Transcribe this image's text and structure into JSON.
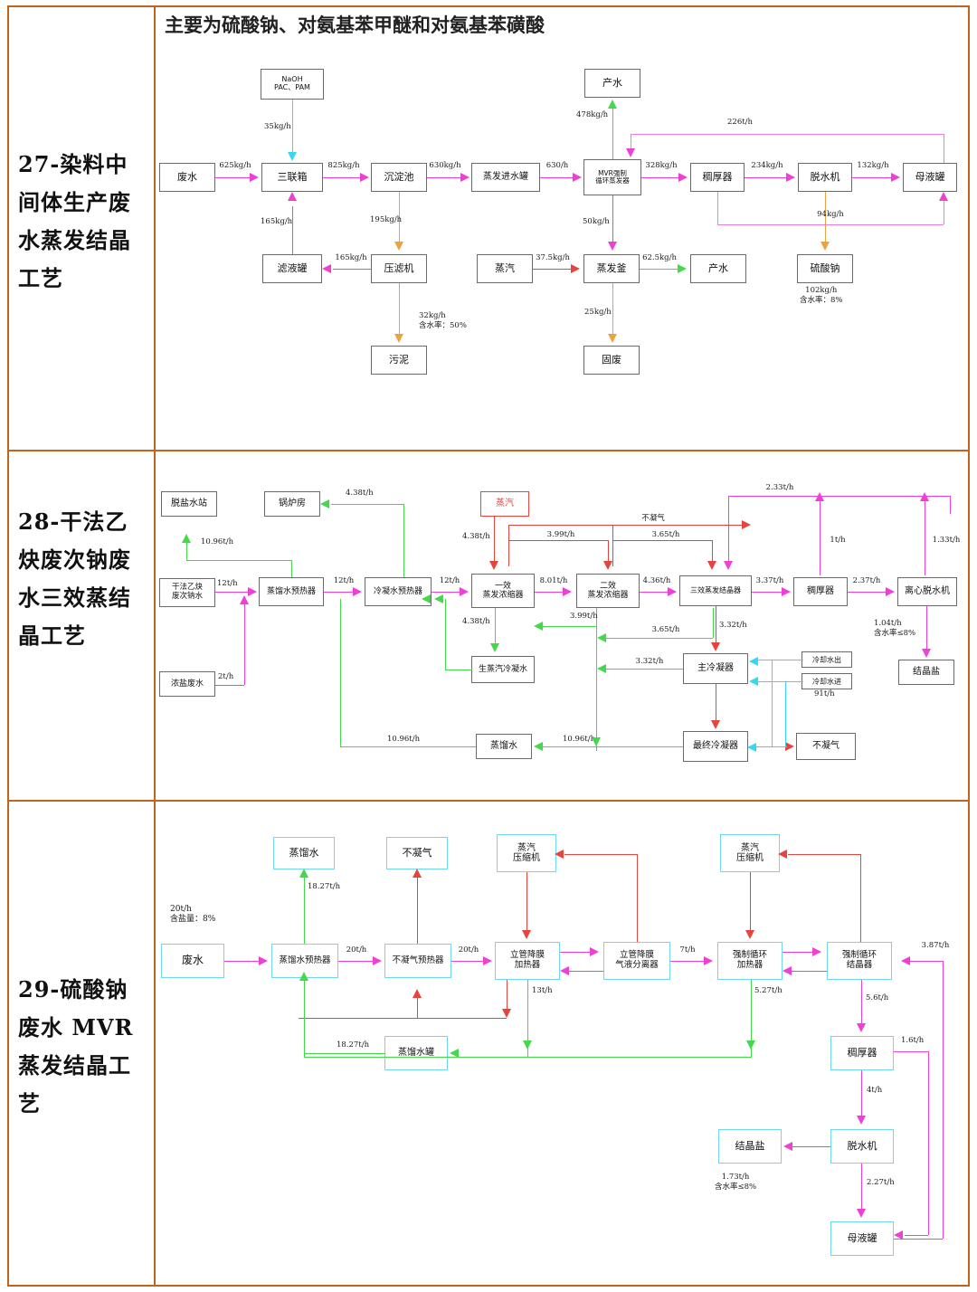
{
  "document": {
    "main_title": "主要为硫酸钠、对氨基苯甲醚和对氨基苯磺酸",
    "accent_color": "#c0651f"
  },
  "rows": [
    {
      "id": "row27",
      "label": "27-染料中间体生产废水蒸发结晶工艺"
    },
    {
      "id": "row28",
      "label": "28-干法乙炔废次钠废水三效蒸结晶工艺"
    },
    {
      "id": "row29",
      "label": "29-硫酸钠废水 MVR 蒸发结晶工艺"
    }
  ],
  "flow27": {
    "nodes": {
      "naoh": "NaOH\nPAC、PAM",
      "wastewater": "废水",
      "triple_tank": "三联箱",
      "sed_tank": "沉淀池",
      "evap_feed_tank": "蒸发进水罐",
      "mvr": "MVR强制\n循环蒸发器",
      "thickener": "稠厚器",
      "dehydrator": "脱水机",
      "mother_liquor": "母液罐",
      "product_water_top": "产水",
      "filtrate_tank": "滤液罐",
      "filter_press": "压滤机",
      "steam": "蒸汽",
      "evap_kettle": "蒸发釜",
      "product_water2": "产水",
      "sodium_sulfate": "硫酸钠",
      "sludge": "污泥",
      "solid_waste": "固废"
    },
    "labels": {
      "naoh_dose": "35kg/h",
      "ww_to_triple": "625kg/h",
      "triple_to_sed": "825kg/h",
      "sed_to_feed": "630kg/h",
      "feed_to_mvr": "630/h",
      "mvr_to_thick": "328kg/h",
      "thick_to_dehy": "234kg/h",
      "dehy_to_mother": "132kg/h",
      "mother_recycle": "226t/h",
      "product_water_top": "478kg/h",
      "triple_from_filtrate": "165kg/h",
      "sed_to_press": "195kg/h",
      "press_to_filtrate": "165kg/h",
      "press_to_sludge": "32kg/h\n含水率：50%",
      "mvr_to_kettle": "50kg/h",
      "steam_to_kettle": "37.5kg/h",
      "kettle_to_water": "62.5kg/h",
      "kettle_to_solid": "25kg/h",
      "dehy_to_na2so4": "94kg/h",
      "na2so4_out": "102kg/h\n含水率：8%"
    }
  },
  "flow28": {
    "nodes": {
      "desalt_station": "脱盐水站",
      "boiler_room": "锅炉房",
      "steam": "蒸汽",
      "acetylene_ww": "干法乙炔\n废次钠水",
      "brine_ww": "浓盐废水",
      "distill_preheat": "蒸馏水预热器",
      "condensate_preheat": "冷凝水预热器",
      "effect1": "一效\n蒸发浓缩器",
      "effect2": "二效\n蒸发浓缩器",
      "effect3": "三效蒸发结晶器",
      "thickener": "稠厚器",
      "centrifuge": "离心脱水机",
      "raw_steam_cond": "生蒸汽冷凝水",
      "main_condenser": "主冷凝器",
      "final_condenser": "最终冷凝器",
      "distilled_water": "蒸馏水",
      "noncondensable": "不凝气",
      "crystal_salt": "结晶盐",
      "cool_out": "冷却水出",
      "cool_in": "冷却水进"
    },
    "labels": {
      "desalt": "10.96t/h",
      "boiler": "4.38t/h",
      "acetylene_in": "12t/h",
      "brine_in": "2t/h",
      "preheat_to_cond": "12t/h",
      "cond_to_eff1": "12t/h",
      "steam_to_eff1": "4.38t/h",
      "eff1_to_eff2": "8.01t/h",
      "eff2_to_eff3": "4.36t/h",
      "eff3_to_thick": "3.37t/h",
      "thick_to_centri": "2.37t/h",
      "centri_recycle": "1.33t/h",
      "thick_recycle": "1t/h",
      "top_recycle": "2.33t/h",
      "eff1_cond": "4.38t/h",
      "eff2_vapor": "3.99t/h",
      "eff2_cond": "3.99t/h",
      "eff3_vapor": "3.65t/h",
      "eff3_cond": "3.65t/h",
      "eff3_to_maincond": "3.32t/h",
      "maincond_cond": "3.32t/h",
      "distill_out": "10.96t/h",
      "distill_in": "10.96t/h",
      "crystal_out": "1.04t/h\n含水率≤8%",
      "cool_flow": "91t/h",
      "noncond_label": "不凝气"
    }
  },
  "flow29": {
    "nodes": {
      "distilled_water": "蒸馏水",
      "noncondensable": "不凝气",
      "compressor1": "蒸汽\n压缩机",
      "compressor2": "蒸汽\n压缩机",
      "wastewater": "废水",
      "distill_preheat": "蒸馏水预热器",
      "noncond_preheat": "不凝气预热器",
      "falling_heater": "立管降膜\n加热器",
      "gas_liquid_sep": "立管降膜\n气液分离器",
      "forced_heater": "强制循环\n加热器",
      "forced_crystallizer": "强制循环\n结晶器",
      "distill_tank": "蒸馏水罐",
      "thickener": "稠厚器",
      "dehydrator": "脱水机",
      "crystal_salt": "结晶盐",
      "mother_tank": "母液罐"
    },
    "labels": {
      "feed": "20t/h\n含盐量：8%",
      "distilled_out": "18.27t/h",
      "to_noncond_preheat": "20t/h",
      "to_falling": "20t/h",
      "sep_to_forced": "7t/h",
      "crystallizer_recycle": "3.87t/h",
      "falling_13": "13t/h",
      "forced_527": "5.27t/h",
      "crystal_to_thick": "5.6t/h",
      "thick_recycle": "1.6t/h",
      "thick_to_dehy": "4t/h",
      "dehy_to_mother": "2.27t/h",
      "crystal_out": "1.73t/h\n含水率≤8%",
      "distill_tank_in": "18.27t/h"
    }
  }
}
